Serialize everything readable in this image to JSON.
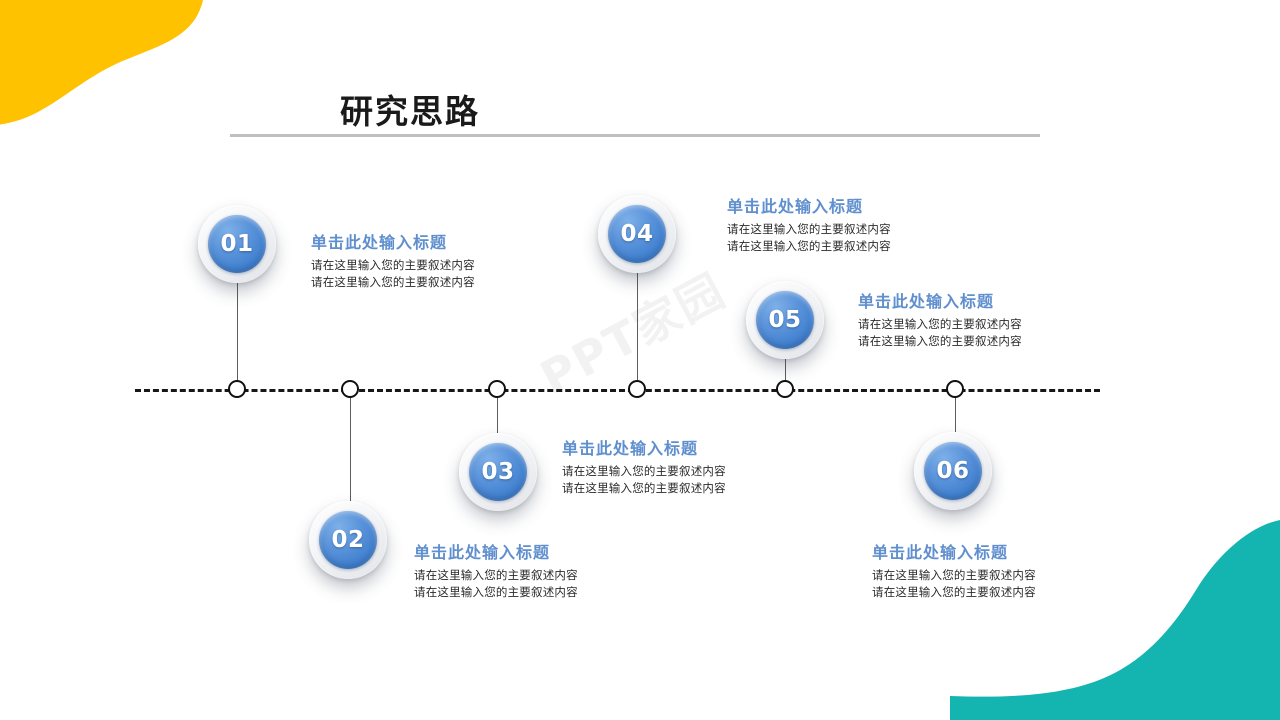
{
  "slide": {
    "title": "研究思路",
    "background_color": "#ffffff"
  },
  "decor": {
    "top_left_blob_color": "#FEC200",
    "bottom_right_blob_color": "#14B4B0",
    "watermark_text": "PPT家园"
  },
  "theme": {
    "heading_color": "#5f8fce",
    "body_color": "#2b2b2b",
    "axis_color": "#171717",
    "rule_color": "#bfbfbf",
    "medallion_blue": "#4281cf"
  },
  "timeline": {
    "node_count": 6,
    "items": [
      {
        "number": "01",
        "heading": "单击此处输入标题",
        "line1": "请在这里输入您的主要叙述内容",
        "line2": "请在这里输入您的主要叙述内容"
      },
      {
        "number": "02",
        "heading": "单击此处输入标题",
        "line1": "请在这里输入您的主要叙述内容",
        "line2": "请在这里输入您的主要叙述内容"
      },
      {
        "number": "03",
        "heading": "单击此处输入标题",
        "line1": "请在这里输入您的主要叙述内容",
        "line2": "请在这里输入您的主要叙述内容"
      },
      {
        "number": "04",
        "heading": "单击此处输入标题",
        "line1": "请在这里输入您的主要叙述内容",
        "line2": "请在这里输入您的主要叙述内容"
      },
      {
        "number": "05",
        "heading": "单击此处输入标题",
        "line1": "请在这里输入您的主要叙述内容",
        "line2": "请在这里输入您的主要叙述内容"
      },
      {
        "number": "06",
        "heading": "单击此处输入标题",
        "line1": "请在这里输入您的主要叙述内容",
        "line2": "请在这里输入您的主要叙述内容"
      }
    ]
  }
}
